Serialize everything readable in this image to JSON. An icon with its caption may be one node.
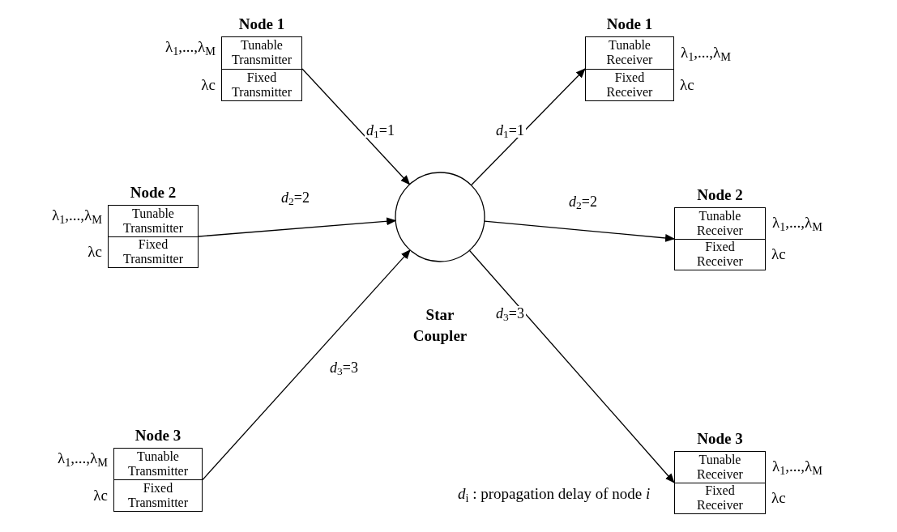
{
  "diagram": {
    "nodes": [
      {
        "text": [
          "Node 1"
        ]
      },
      {
        "text": [
          "Tunable Transmitter"
        ],
        "in": 0,
        "beside": [
          "λ$_{1}$,...,λ$_{M}$"
        ]
      },
      {
        "text": [
          "Fixed Transmitter"
        ],
        "in": 0,
        "beside": [
          "λc"
        ]
      },
      {
        "text": [
          "Node 1"
        ]
      },
      {
        "text": [
          "Tunable Receiver"
        ],
        "in": 3
      },
      {
        "text": [
          "Fixed Receiver"
        ],
        "in": 3,
        "beside": [
          "λc"
        ]
      },
      {
        "text": [
          "Node 2"
        ]
      },
      {
        "text": [
          "Tunable Transmitter"
        ],
        "in": 6,
        "beside": [
          "λ$_{1}$,...,λ$_{M}$"
        ]
      },
      {
        "text": [
          "Fixed Transmitter"
        ],
        "in": 6,
        "beside": [
          "λc"
        ]
      },
      {
        "text": [
          "Star Coupler"
        ]
      },
      {
        "text": [
          "Node 2"
        ]
      },
      {
        "text": [
          "Tunable Receiver"
        ],
        "in": 10
      },
      {
        "text": [
          "Fixed Receiver"
        ],
        "in": 10,
        "beside": [
          "λc"
        ]
      },
      {
        "text": [
          "Node 3"
        ]
      },
      {
        "text": [
          "Tunable Transmitter"
        ],
        "in": 13,
        "beside": [
          "λ$_{1}$,...,λ$_{M}$"
        ]
      },
      {
        "text": [
          "Fixed Transmitter"
        ],
        "in": 13,
        "beside": [
          "λc"
        ]
      },
      {
        "text": [
          "Node 3"
        ]
      },
      {
        "text": [
          "Tunable Receiver"
        ],
        "in": 16
      },
      {
        "text": [
          "Fixed Receiver"
        ],
        "in": 16,
        "beside": [
          "λc"
        ]
      }
    ],
    "edges": [
      {
        "from": 1,
        "to": 9,
        "arrow": "to",
        "label": "*d*$_{1}$=1"
      },
      {
        "from": 7,
        "to": 9,
        "arrow": "to",
        "label": "*d*$_{2}$=2"
      },
      {
        "from": 14,
        "to": 9,
        "arrow": "to",
        "label": "*d*$_{3}$=3"
      },
      {
        "from": 9,
        "to": 4,
        "arrow": "to",
        "label": "*d*$_{1}$=1"
      },
      {
        "from": 9,
        "to": 11,
        "arrow": "to",
        "label": "*d*$_{2}$=2"
      },
      {
        "from": 9,
        "to": 17,
        "arrow": "to",
        "label": "*d*$_{3}$=3"
      }
    ],
    "labels": [
      "λ$_{1}$,...,λ$_{M}$",
      "λ$_{1}$,...,λ$_{M}$",
      "λ$_{1}$,...,λ$_{M}$",
      "*d*$_{i}$ : propagation delay of node *i*"
    ]
  }
}
